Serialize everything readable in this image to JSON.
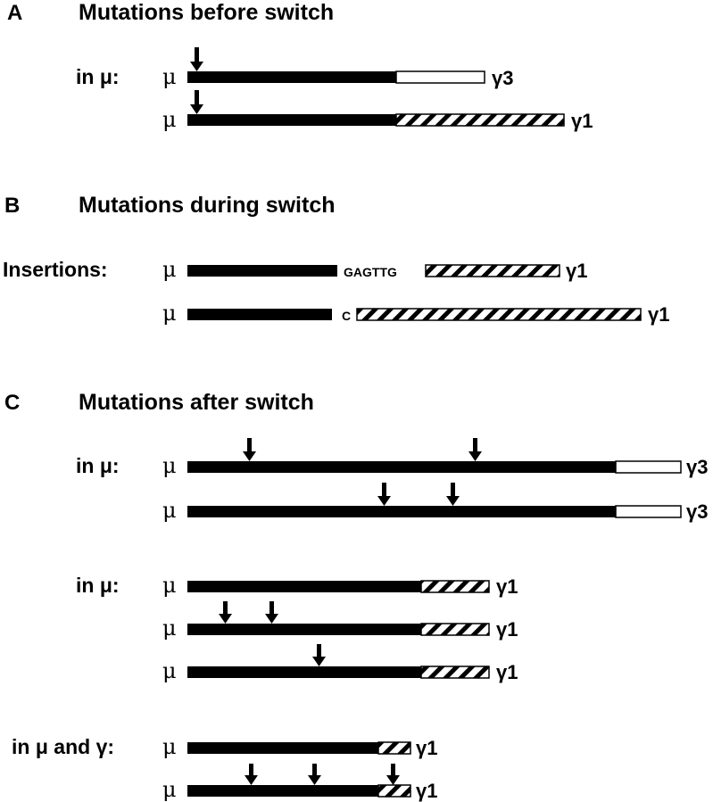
{
  "panels": {
    "A": {
      "letter": "A",
      "title": "Mutations before switch",
      "group_label": "in μ:"
    },
    "B": {
      "letter": "B",
      "title": "Mutations during switch",
      "group_label": "Insertions:"
    },
    "C": {
      "letter": "C",
      "title": "Mutations after switch",
      "group1_label": "in μ:",
      "group2_label": "in μ:",
      "group3_label": "in μ and γ:"
    }
  },
  "symbols": {
    "mu": "μ",
    "g3": "γ3",
    "g1": "γ1"
  },
  "insertions": {
    "row1": "GAGTTG",
    "row2": "C"
  },
  "colors": {
    "switch_mu": "#000000",
    "gamma3": "#ffffff",
    "gamma1_hatch": "#000000"
  }
}
